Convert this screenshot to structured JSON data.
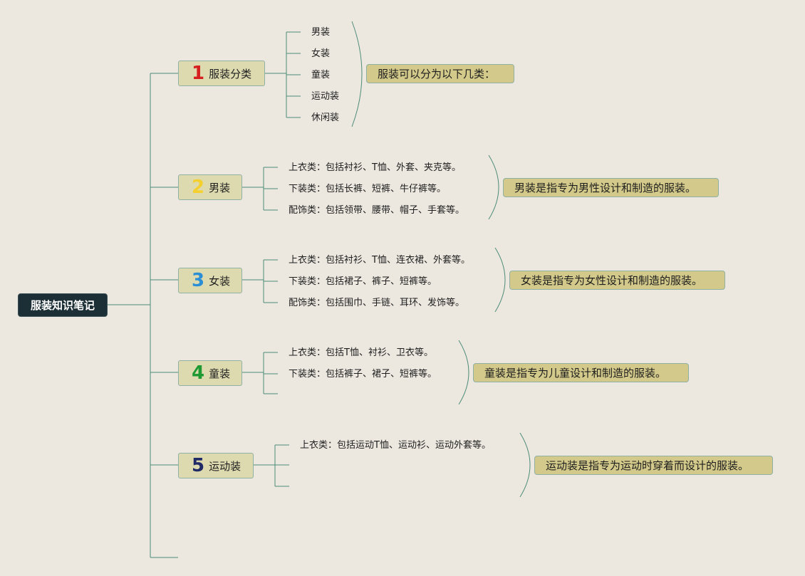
{
  "root": {
    "label": "服装知识笔记"
  },
  "branches": [
    {
      "number": "1",
      "color": "#d62020",
      "label": "服装分类",
      "items": [
        "男装",
        "女装",
        "童装",
        "运动装",
        "休闲装"
      ],
      "summary": "服装可以分为以下几类："
    },
    {
      "number": "2",
      "color": "#f3d030",
      "label": "男装",
      "items": [
        "上衣类：包括衬衫、T恤、外套、夹克等。",
        "下装类：包括长裤、短裤、牛仔裤等。",
        "配饰类：包括领带、腰带、帽子、手套等。"
      ],
      "summary": "男装是指专为男性设计和制造的服装。"
    },
    {
      "number": "3",
      "color": "#2a8fd4",
      "label": "女装",
      "items": [
        "上衣类：包括衬衫、T恤、连衣裙、外套等。",
        "下装类：包括裙子、裤子、短裤等。",
        "配饰类：包括围巾、手链、耳环、发饰等。"
      ],
      "summary": "女装是指专为女性设计和制造的服装。"
    },
    {
      "number": "4",
      "color": "#1f9a32",
      "label": "童装",
      "items": [
        "上衣类：包括T恤、衬衫、卫衣等。",
        "下装类：包括裤子、裙子、短裤等。",
        ""
      ],
      "summary": "童装是指专为儿童设计和制造的服装。"
    },
    {
      "number": "5",
      "color": "#1f2a66",
      "label": "运动装",
      "items": [
        "上衣类：包括运动T恤、运动衫、运动外套等。",
        "",
        ""
      ],
      "summary": "运动装是指专为运动时穿着而设计的服装。"
    }
  ]
}
